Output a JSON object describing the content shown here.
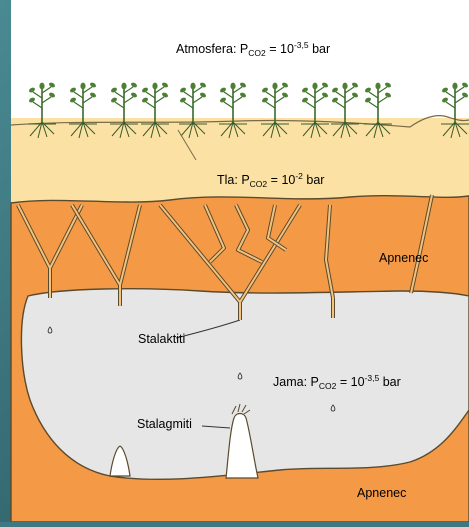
{
  "labels": {
    "atmosphere": {
      "name": "Atmosfera",
      "p_symbol": "P",
      "p_sub": "CO2",
      "equals": "=",
      "base": "10",
      "exponent": "-3,5",
      "unit": "bar"
    },
    "soil": {
      "name": "Tla",
      "p_symbol": "P",
      "p_sub": "CO2",
      "equals": "=",
      "base": "10",
      "exponent": "-2",
      "unit": "bar"
    },
    "cave": {
      "name": "Jama",
      "p_symbol": "P",
      "p_sub": "CO2",
      "equals": "=",
      "base": "10",
      "exponent": "-3,5",
      "unit": "bar"
    },
    "limestone_upper": "Apnenec",
    "limestone_lower": "Apnenec",
    "stalactites": "Stalaktiti",
    "stalagmites": "Stalagmiti"
  },
  "colors": {
    "water_bg": "#3f7880",
    "sky": "#ffffff",
    "soil": "#fbe2a4",
    "limestone": "#f49a46",
    "cave": "#e6e6e6",
    "outline": "#5a4a2e",
    "plants": "#3a6b2a"
  },
  "icons": [
    "plant-icon",
    "crack-line",
    "stalactite-drip",
    "stalagmite-cone"
  ]
}
